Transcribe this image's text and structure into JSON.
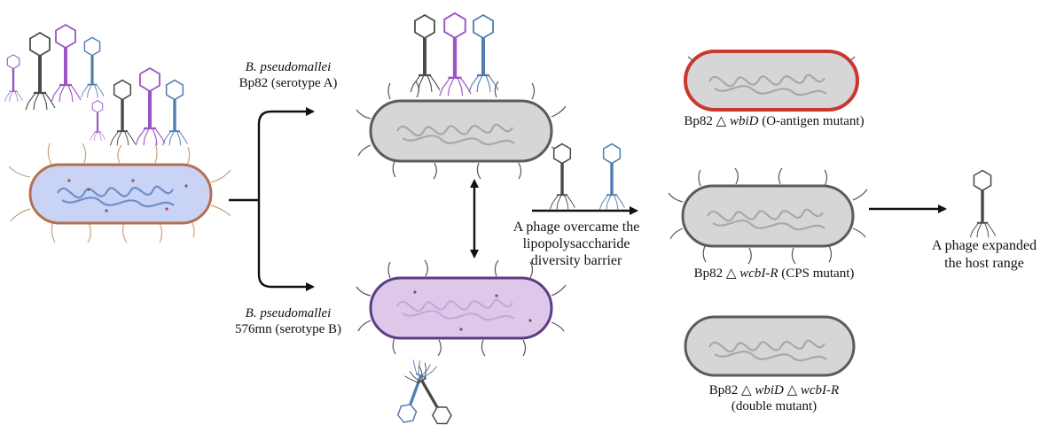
{
  "labels": {
    "serotype_a_species": "B. pseudomallei",
    "serotype_a_strain": "Bp82 (serotype A)",
    "serotype_b_species": "B. pseudomallei",
    "serotype_b_strain": "576mn (serotype B)",
    "overcame_line1": "A phage overcame the",
    "overcame_line2": "lipopolysaccharide",
    "overcame_line3": "diversity barrier",
    "wbid_prefix": "Bp82 △",
    "wbid_gene": "wbiD",
    "wbid_suffix": "(O-antigen mutant)",
    "wcbi_prefix": "Bp82 △",
    "wcbi_gene": "wcbI-R",
    "wcbi_suffix": "(CPS mutant)",
    "double_prefix": "Bp82 △",
    "double_gene1": "wbiD",
    "double_mid": "△",
    "double_gene2": "wcbI-R",
    "double_line2": "(double mutant)",
    "expanded_line1": "A phage expanded",
    "expanded_line2": "the host range"
  },
  "colors": {
    "blue_cell": "#c9d3f5",
    "blue_border": "#b5704f",
    "grey_cell": "#d6d6d6",
    "grey_border": "#5b5b5b",
    "purple_cell": "#ddc8ea",
    "purple_border": "#5c3c87",
    "red_border": "#c9372f",
    "phage_dark": "#4a4a4a",
    "phage_purple": "#9a54c4",
    "phage_blue": "#4f7db0"
  }
}
